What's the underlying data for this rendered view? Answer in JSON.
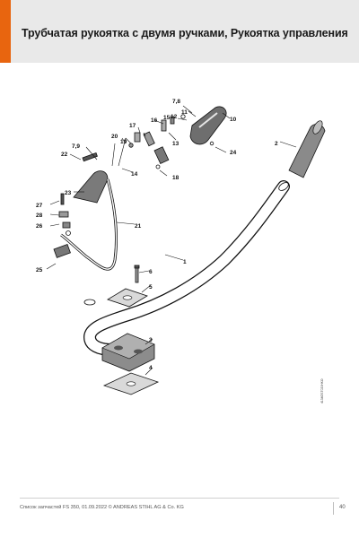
{
  "header": {
    "title": "Трубчатая рукоятка с двумя ручками, Рукоятка управления"
  },
  "diagram": {
    "part_labels": {
      "p1": "1",
      "p2": "2",
      "p3": "3",
      "p4": "4",
      "p5": "5",
      "p6": "6",
      "p78": "7,8",
      "p79": "7,9",
      "p10": "10",
      "p11": "11",
      "p12": "12",
      "p13": "13",
      "p14": "14",
      "p15": "15",
      "p16": "16",
      "p17": "17",
      "p18": "18",
      "p19": "19",
      "p20": "20",
      "p21": "21",
      "p22": "22",
      "p23": "23",
      "p24": "24",
      "p25": "25",
      "p26": "26",
      "p27": "27",
      "p28": "28"
    },
    "drawing_code": "4134GST020HKO"
  },
  "footer": {
    "text": "Список запчастей FS 350, 01.09.2022 © ANDREAS STIHL AG & Co. KG",
    "page_number": "40"
  },
  "colors": {
    "accent": "#e8650f",
    "header_bg": "#e9e9e9"
  }
}
